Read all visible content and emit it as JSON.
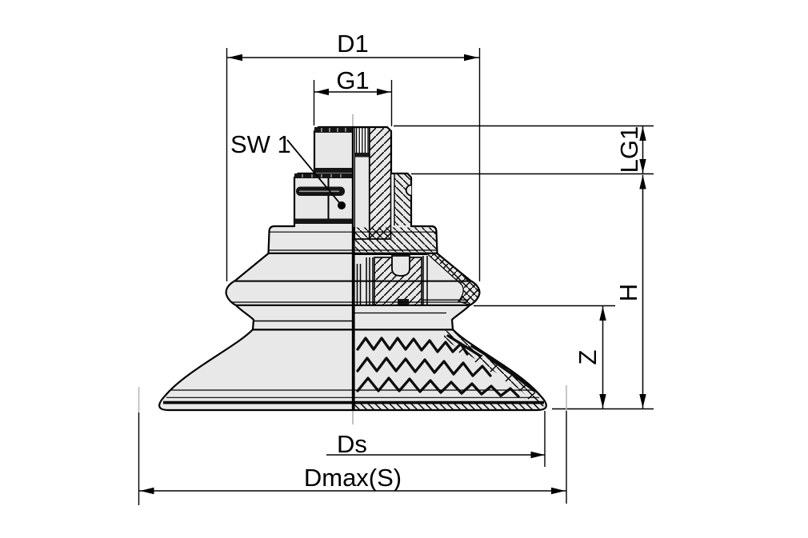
{
  "drawing": {
    "kind": "technical-drawing",
    "subject": "bellows suction cup with fitting, half-section view",
    "colors": {
      "background": "#ffffff",
      "body_fill": "#e8e8e8",
      "outline": "#000000",
      "centerline_gray": "#b4b4b4",
      "dark_band": "#161616"
    },
    "dimensions": {
      "d1": {
        "label": "D1"
      },
      "g1": {
        "label": "G1"
      },
      "sw1": {
        "label": "SW 1"
      },
      "lg1": {
        "label": "LG1"
      },
      "h": {
        "label": "H"
      },
      "z": {
        "label": "Z"
      },
      "ds": {
        "label": "Ds"
      },
      "dmax": {
        "label": "Dmax(S)"
      }
    }
  }
}
